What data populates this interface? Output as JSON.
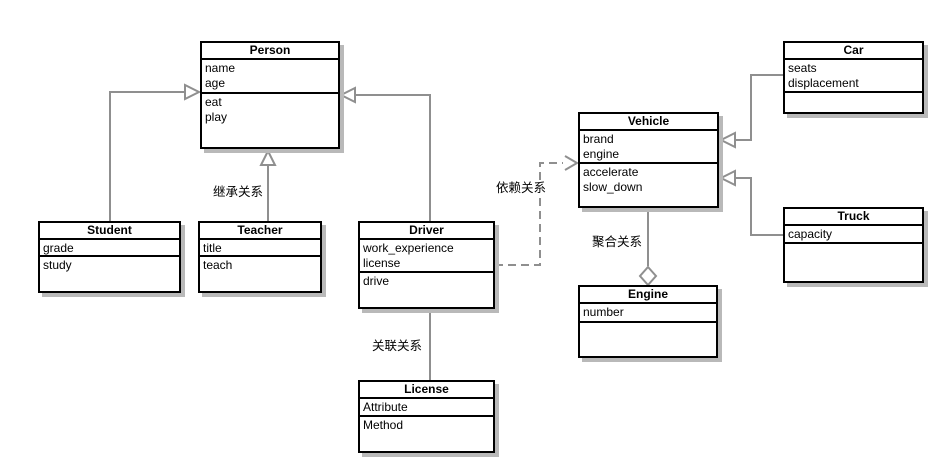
{
  "diagram": {
    "background": "#ffffff",
    "line_color": "#8f8f8f",
    "border_color": "#000000",
    "shadow_color": "#b9b9b9"
  },
  "classes": [
    {
      "name": "Person",
      "attributes": [
        "name",
        "age"
      ],
      "methods": [
        "eat",
        "play"
      ]
    },
    {
      "name": "Student",
      "attributes": [
        "grade"
      ],
      "methods": [
        "study"
      ]
    },
    {
      "name": "Teacher",
      "attributes": [
        "title"
      ],
      "methods": [
        "teach"
      ]
    },
    {
      "name": "Driver",
      "attributes": [
        "work_experience",
        "license"
      ],
      "methods": [
        "drive"
      ]
    },
    {
      "name": "License",
      "attributes": [
        "Attribute"
      ],
      "methods": [
        "Method"
      ]
    },
    {
      "name": "Vehicle",
      "attributes": [
        "brand",
        "engine"
      ],
      "methods": [
        "accelerate",
        "slow_down"
      ]
    },
    {
      "name": "Engine",
      "attributes": [
        "number"
      ],
      "methods": []
    },
    {
      "name": "Car",
      "attributes": [
        "seats",
        "displacement"
      ],
      "methods": []
    },
    {
      "name": "Truck",
      "attributes": [
        "capacity"
      ],
      "methods": []
    }
  ],
  "edge_labels": {
    "inheritance": "继承关系",
    "dependency": "依赖关系",
    "aggregation": "聚合关系",
    "association": "关联关系"
  }
}
